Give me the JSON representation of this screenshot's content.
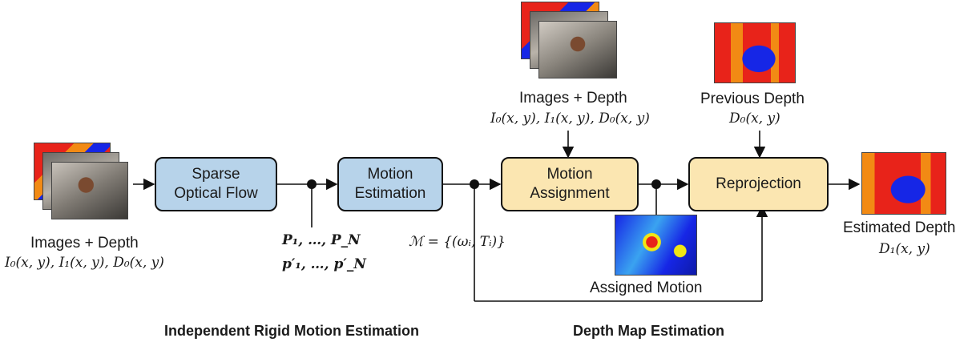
{
  "boxes": {
    "sparse_flow": "Sparse\nOptical Flow",
    "motion_estimation": "Motion\nEstimation",
    "motion_assignment": "Motion\nAssignment",
    "reprojection": "Reprojection"
  },
  "labels": {
    "input_left_title": "Images + Depth",
    "input_left_math": "I₀(x, y), I₁(x, y), D₀(x, y)",
    "points_P": "P₁, …, P_N",
    "points_p": "p′₁, …, p′_N",
    "motion_set": "ℳ = {(ωᵢ, Tᵢ)}",
    "input_top_title": "Images + Depth",
    "input_top_math": "I₀(x, y), I₁(x, y), D₀(x, y)",
    "prev_depth_title": "Previous Depth",
    "prev_depth_math": "D₀(x, y)",
    "assigned_motion": "Assigned Motion",
    "estimated_depth_title": "Estimated Depth",
    "estimated_depth_math": "D₁(x, y)"
  },
  "sections": {
    "left": "Independent Rigid Motion Estimation",
    "right": "Depth Map Estimation"
  },
  "colors": {
    "box_blue": "#b7d3ea",
    "box_yellow": "#fbe6b1",
    "depth_red": "#e8231a",
    "depth_blue": "#1626e6",
    "depth_orange": "#f28a14"
  }
}
